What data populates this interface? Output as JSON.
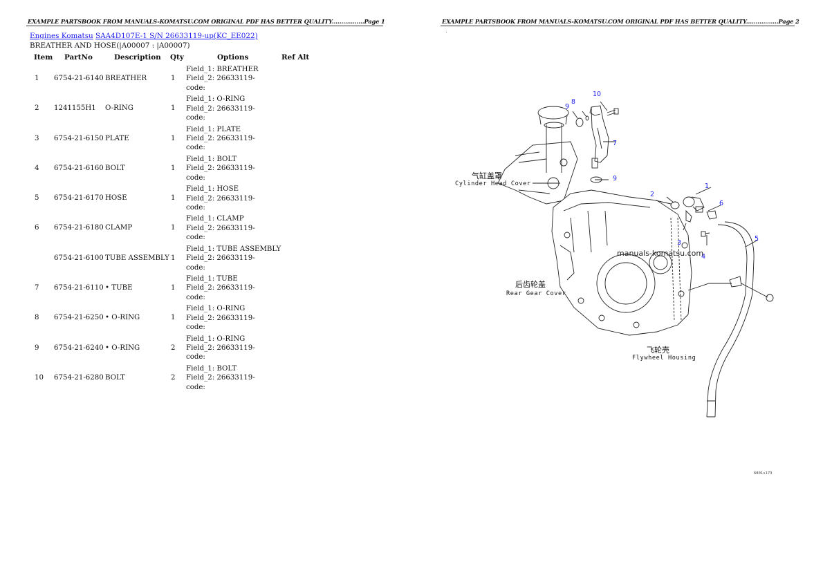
{
  "pages": [
    {
      "header": "EXAMPLE PARTSBOOK FROM MANUALS-KOMATSU.COM ORIGINAL PDF HAS BETTER QUALITY.................Page 1"
    },
    {
      "header": "EXAMPLE PARTSBOOK FROM MANUALS-KOMATSU.COM ORIGINAL PDF HAS BETTER QUALITY.................Page 2"
    }
  ],
  "breadcrumb": {
    "link1": "Engines Komatsu",
    "link2": "SAA4D107E-1 S/N 26633119-up(KC_EE022)"
  },
  "section_title": "BREATHER AND HOSE(|A00007 : |A00007)",
  "table": {
    "headers": {
      "item": "Item",
      "partno": "PartNo",
      "description": "Description",
      "qty": "Qty",
      "options": "Options",
      "refalt": "Ref Alt"
    },
    "rows": [
      {
        "item": "1",
        "partno": "6754-21-6140",
        "description": "BREATHER",
        "qty": "1",
        "field1": "Field_1: BREATHER",
        "field2": "Field_2: 26633119-",
        "code": "code:"
      },
      {
        "item": "2",
        "partno": "1241155H1",
        "description": "O-RING",
        "qty": "1",
        "field1": "Field_1: O-RING",
        "field2": "Field_2: 26633119-",
        "code": "code:"
      },
      {
        "item": "3",
        "partno": "6754-21-6150",
        "description": "PLATE",
        "qty": "1",
        "field1": "Field_1: PLATE",
        "field2": "Field_2: 26633119-",
        "code": "code:"
      },
      {
        "item": "4",
        "partno": "6754-21-6160",
        "description": "BOLT",
        "qty": "1",
        "field1": "Field_1: BOLT",
        "field2": "Field_2: 26633119-",
        "code": "code:"
      },
      {
        "item": "5",
        "partno": "6754-21-6170",
        "description": "HOSE",
        "qty": "1",
        "field1": "Field_1: HOSE",
        "field2": "Field_2: 26633119-",
        "code": "code:"
      },
      {
        "item": "6",
        "partno": "6754-21-6180",
        "description": "CLAMP",
        "qty": "1",
        "field1": "Field_1: CLAMP",
        "field2": "Field_2: 26633119-",
        "code": "code:"
      },
      {
        "item": "",
        "partno": "6754-21-6100",
        "description": "TUBE ASSEMBLY",
        "qty": "1",
        "field1": "Field_1: TUBE ASSEMBLY",
        "field2": "Field_2: 26633119-",
        "code": "code:"
      },
      {
        "item": "7",
        "partno": "6754-21-6110",
        "description": "• TUBE",
        "qty": "1",
        "field1": "Field_1: TUBE",
        "field2": "Field_2: 26633119-",
        "code": "code:"
      },
      {
        "item": "8",
        "partno": "6754-21-6250",
        "description": "• O-RING",
        "qty": "1",
        "field1": "Field_1: O-RING",
        "field2": "Field_2: 26633119-",
        "code": "code:"
      },
      {
        "item": "9",
        "partno": "6754-21-6240",
        "description": "• O-RING",
        "qty": "2",
        "field1": "Field_1: O-RING",
        "field2": "Field_2: 26633119-",
        "code": "code:"
      },
      {
        "item": "10",
        "partno": "6754-21-6280",
        "description": "BOLT",
        "qty": "2",
        "field1": "Field_1: BOLT",
        "field2": "Field_2: 26633119-",
        "code": "code:"
      }
    ]
  },
  "diagram": {
    "callouts": [
      "10",
      "8",
      "9",
      "7",
      "9",
      "2",
      "1",
      "6",
      "3",
      "4",
      "5"
    ],
    "labels": {
      "cylinder_head_cn": "气缸盖罩",
      "cylinder_head_en": "Cylinder Head Cover",
      "rear_gear_cn": "后齿轮盖",
      "rear_gear_en": "Rear Gear Cover",
      "flywheel_cn": "飞轮壳",
      "flywheel_en": "Flywheel Housing"
    },
    "watermark": "manuals-komatsu.com",
    "figure_code": "6801s173"
  },
  "colors": {
    "link": "#1a1aee",
    "callout": "#1a1aee"
  }
}
